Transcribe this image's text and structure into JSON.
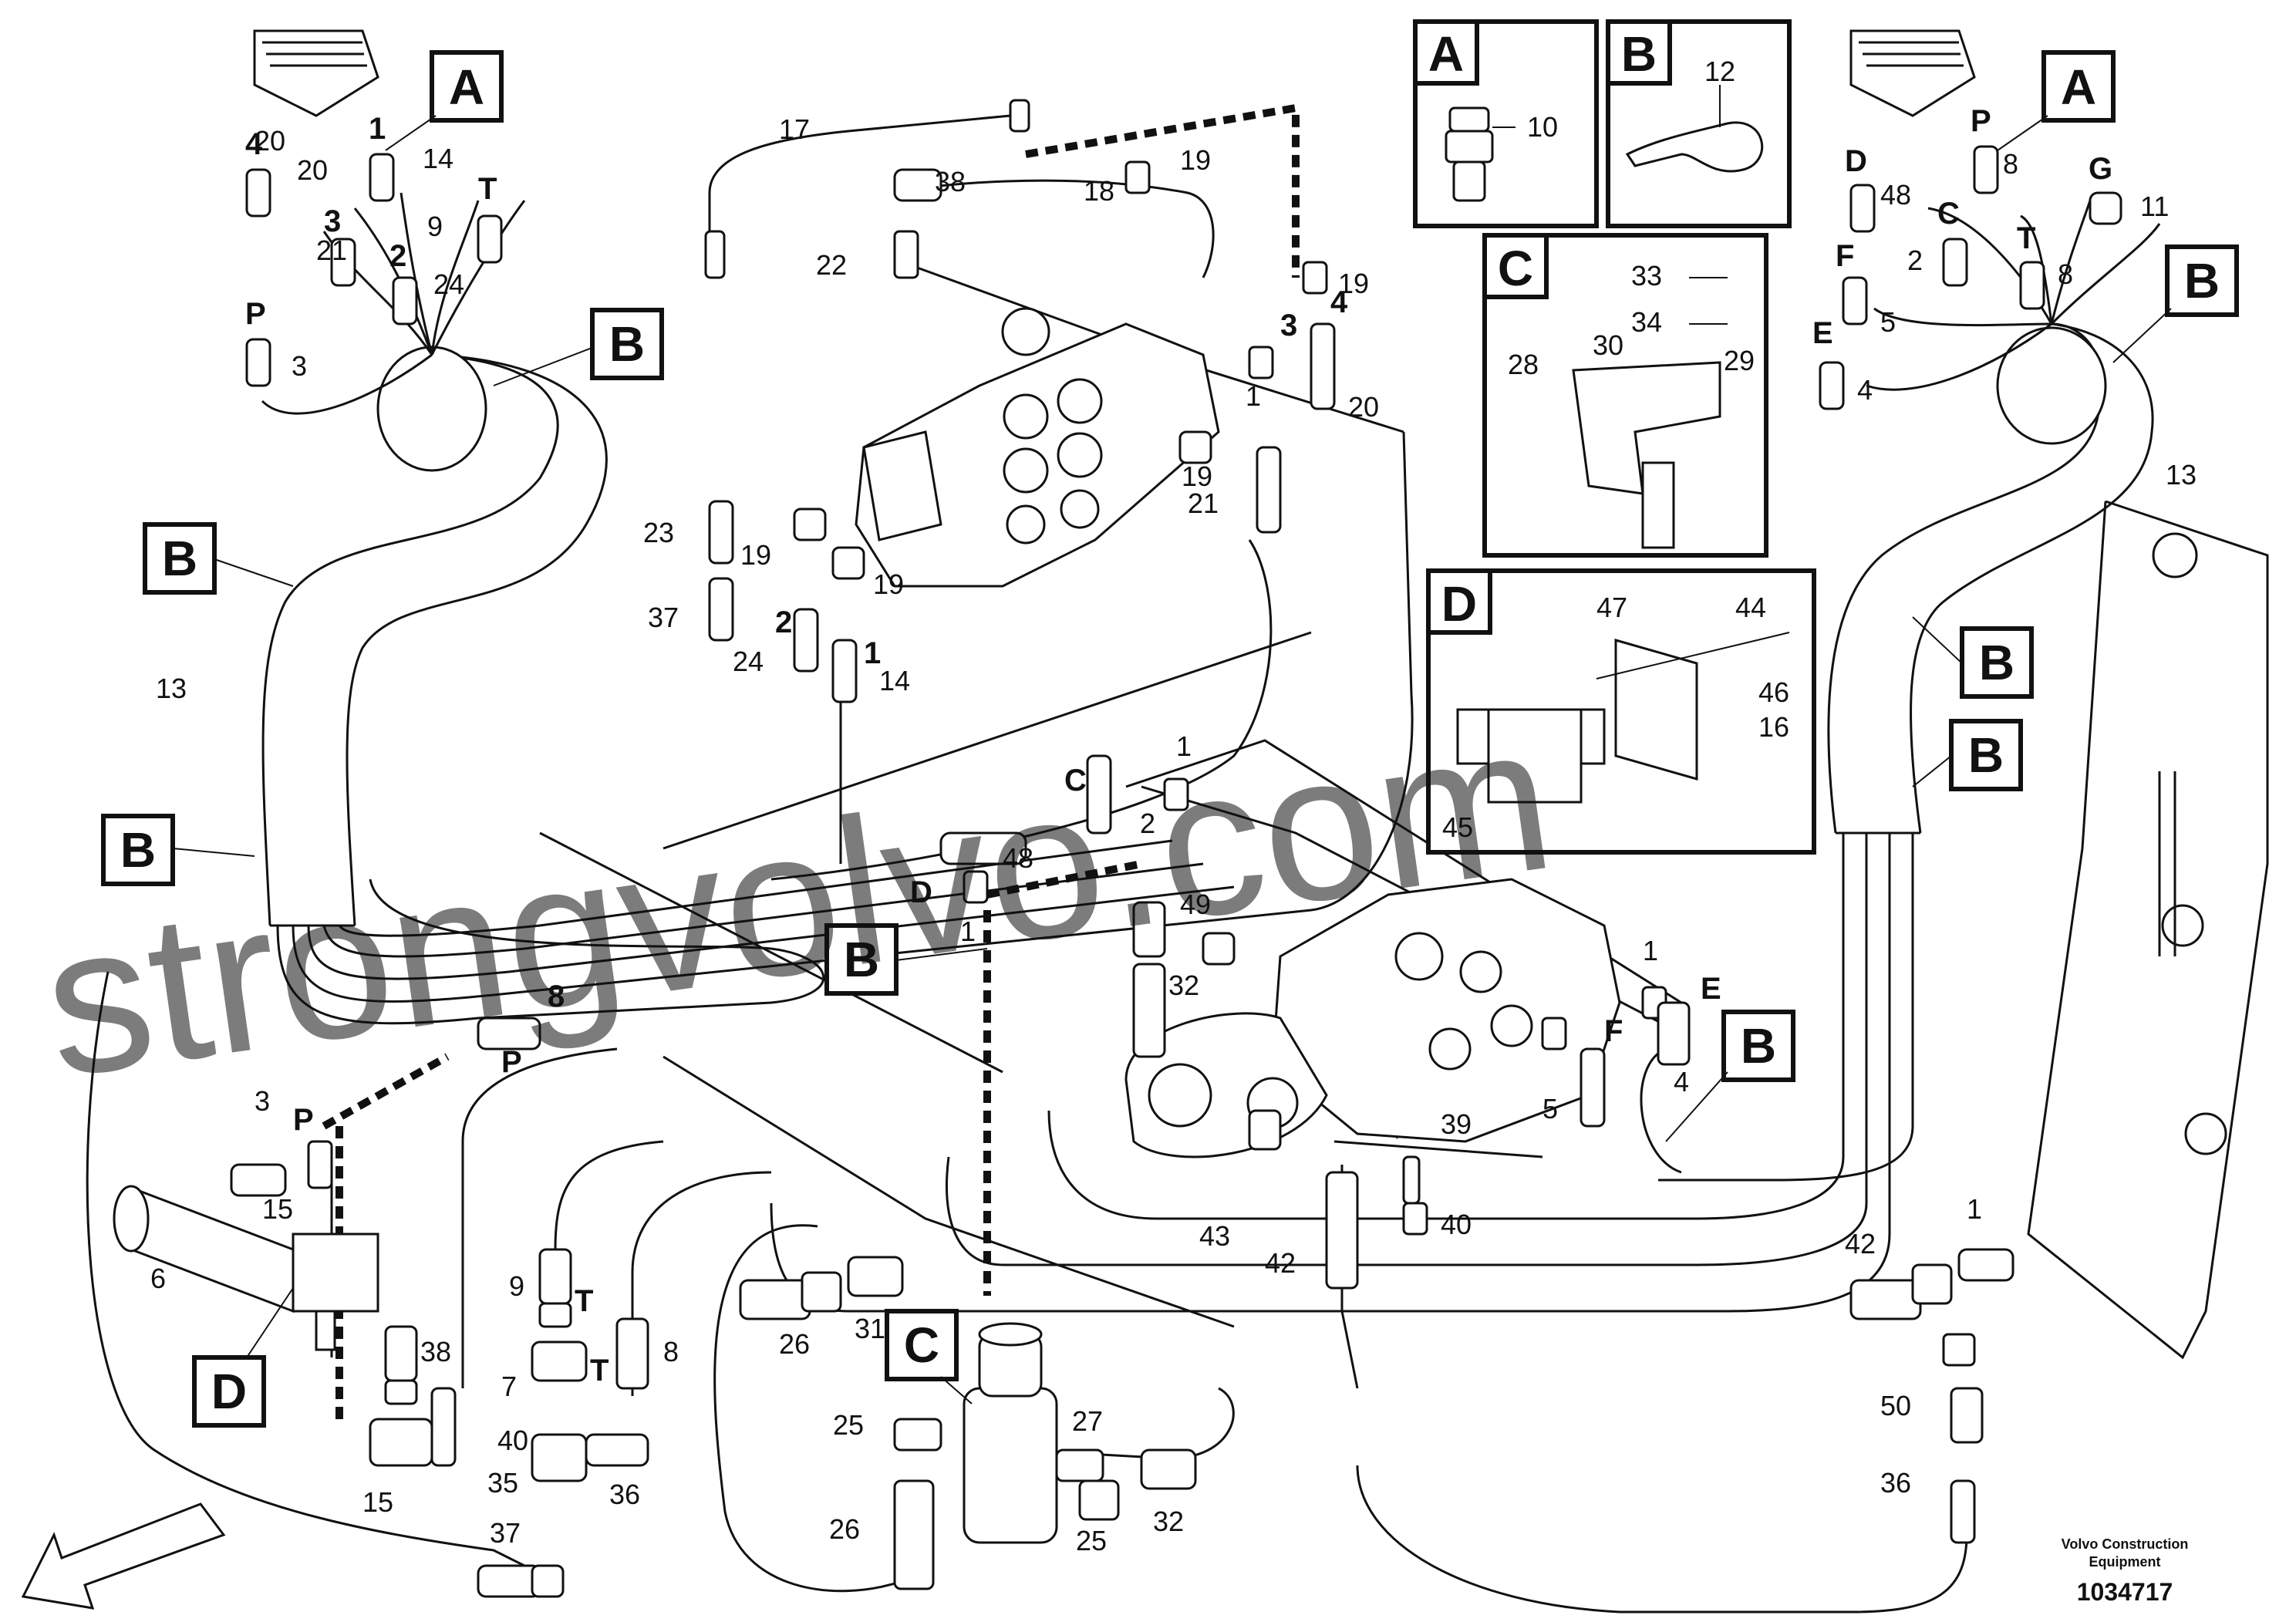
{
  "watermark": "strongvolvo.com",
  "footer": {
    "brand_line1": "Volvo Construction",
    "brand_line2": "Equipment",
    "drawing_number": "1034717"
  },
  "views": {
    "A": {
      "title": "A",
      "callouts": [
        "10"
      ]
    },
    "B": {
      "title": "B",
      "callouts": [
        "12"
      ]
    },
    "C": {
      "title": "C",
      "callouts": [
        "33",
        "34",
        "30",
        "28",
        "29"
      ]
    },
    "D": {
      "title": "D",
      "callouts": [
        "47",
        "44",
        "46",
        "16",
        "45"
      ]
    }
  },
  "reference_tags": [
    "A",
    "B",
    "C",
    "D"
  ],
  "port_labels": [
    "P",
    "T",
    "D",
    "E",
    "F",
    "G"
  ],
  "callouts": {
    "c17": "17",
    "c18": "18",
    "c38a": "38",
    "c19a": "19",
    "c19b": "19",
    "c19c": "19",
    "c19d": "19",
    "c19e": "19",
    "c22": "22",
    "c23": "23",
    "c37a": "37",
    "c24a": "24",
    "c14a": "14",
    "c21a": "21",
    "c20a": "20",
    "c1a": "1",
    "c4a": "4",
    "c3a": "3",
    "c2a": "2",
    "c1b": "1",
    "c13a": "13",
    "c20b": "20",
    "c14b": "14",
    "c21b": "21",
    "c24b": "24",
    "c3b": "3",
    "c1c": "1",
    "c2c": "2",
    "c3c": "3",
    "c4c": "4",
    "c13b": "13",
    "c48a": "48",
    "c8a": "8",
    "c2d": "2",
    "c8b": "8",
    "c4d": "4",
    "c5a": "5",
    "c11": "11",
    "c1d": "1",
    "c2e": "2",
    "c48b": "48",
    "c1e": "1",
    "c49": "49",
    "c32a": "32",
    "c1f": "1",
    "c4e": "4",
    "c5b": "5",
    "c39": "39",
    "c40a": "40",
    "c43": "43",
    "c42a": "42",
    "c42b": "42",
    "c1g": "1",
    "c3d": "3",
    "c15a": "15",
    "c6": "6",
    "c8c": "8",
    "c9": "9",
    "c38b": "38",
    "c7": "7",
    "c8d": "8",
    "c40b": "40",
    "c15b": "15",
    "c35": "35",
    "c36a": "36",
    "c37b": "37",
    "c26a": "26",
    "c31": "31",
    "c25a": "25",
    "c27": "27",
    "c26b": "26",
    "c25b": "25",
    "c32b": "32",
    "c50": "50",
    "c36b": "36"
  },
  "port_markers": {
    "pA1": "1",
    "pA2": "2",
    "pA3": "3",
    "pA4": "4",
    "pAP": "P",
    "pAT": "T",
    "pB2": "2",
    "pB3": "3",
    "pB4": "4",
    "pB1": "1",
    "pD": "D",
    "pP": "P",
    "pC": "C",
    "pT": "T",
    "pG": "G",
    "pE": "E",
    "pF": "F",
    "mC": "C",
    "mD": "D",
    "mE": "E",
    "mF": "F",
    "mP": "P",
    "mT1": "T",
    "mT2": "T",
    "mP2": "P",
    "m8": "8"
  }
}
